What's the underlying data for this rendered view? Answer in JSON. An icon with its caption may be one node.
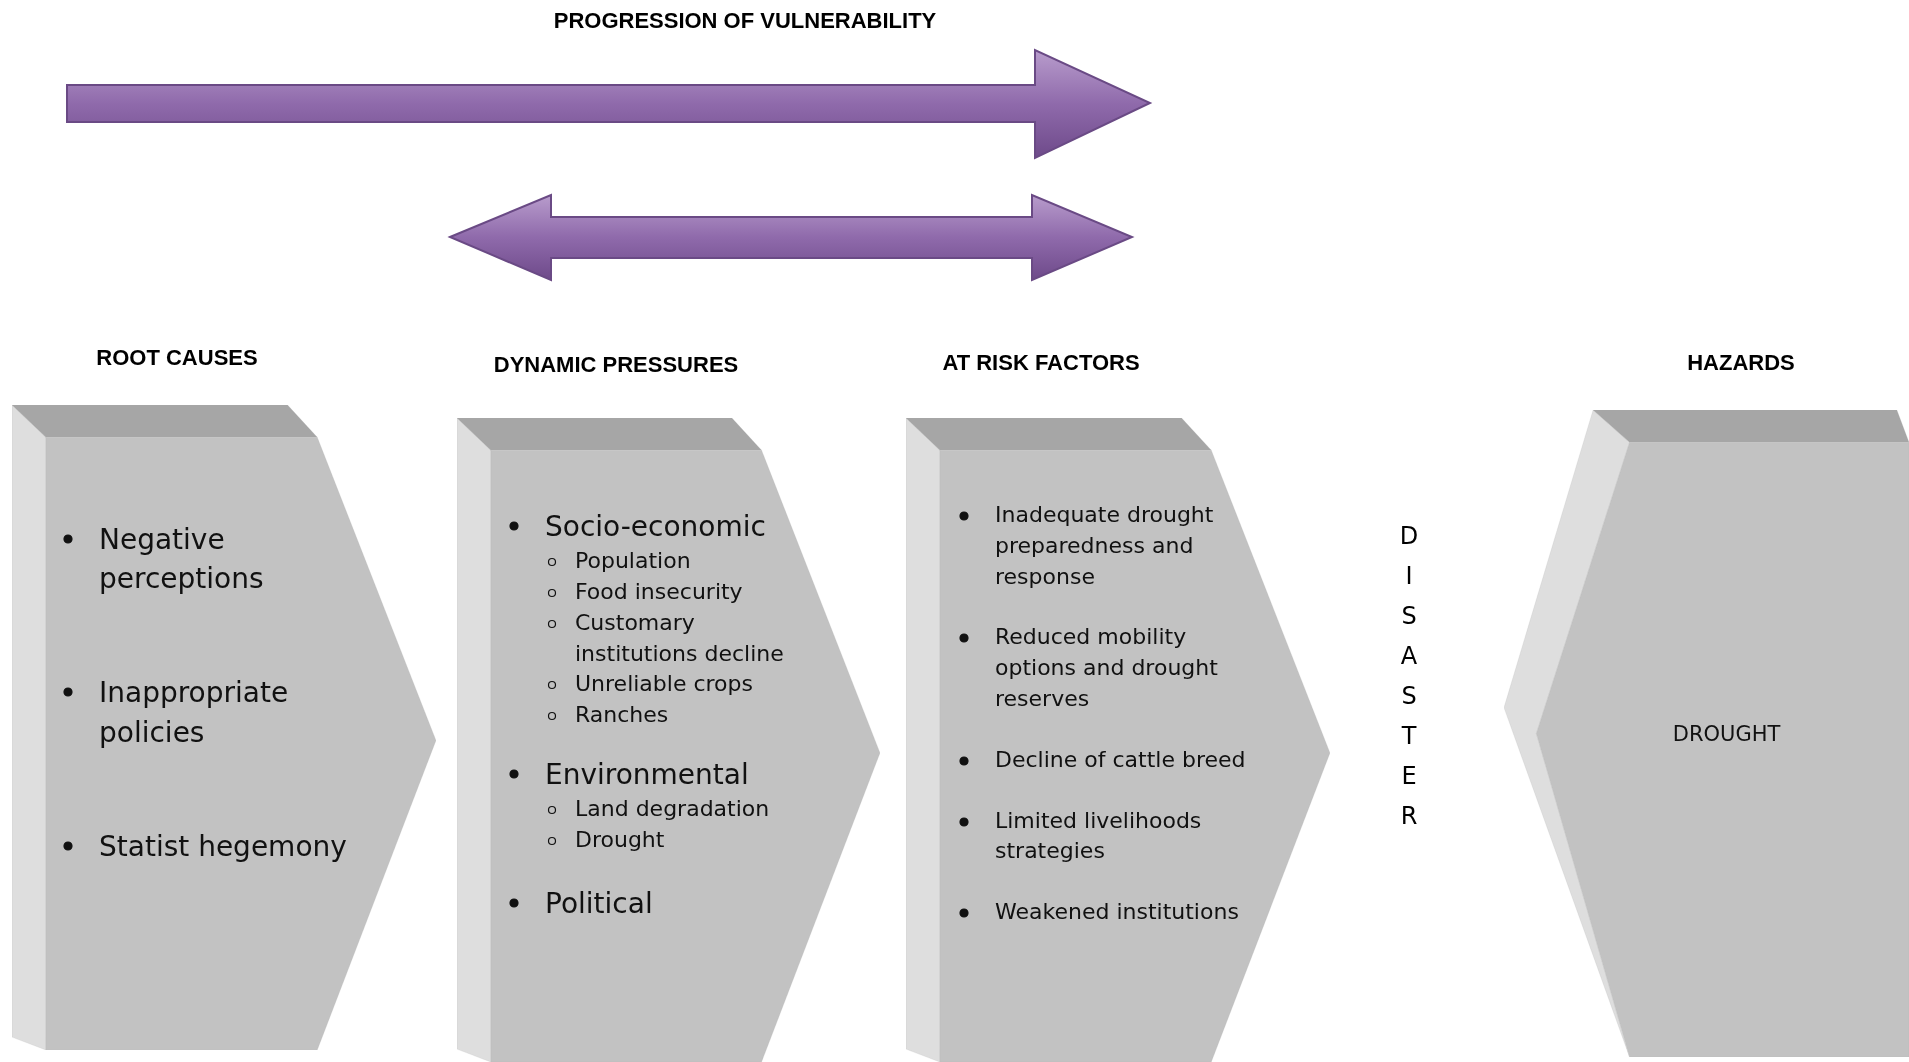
{
  "diagram": {
    "title": "PROGRESSION OF VULNERABILITY",
    "nodes": [
      {
        "text": [
          "ROOT CAUSES",
          "Negative perceptions",
          "Inappropriate policies",
          "Statist hegemony"
        ]
      },
      {
        "text": [
          "DYNAMIC PRESSURES",
          "Socio-economic",
          "Population",
          "Food insecurity",
          "Customary institutions decline",
          "Unreliable crops",
          "Ranches",
          "Environmental",
          "Land degradation",
          "Drought",
          "Political"
        ]
      },
      {
        "text": [
          "AT RISK FACTORS",
          "Inadequate drought preparedness and response",
          "Reduced mobility options and drought reserves",
          "Decline of cattle breed",
          "Limited livelihoods strategies",
          "Weakened institutions"
        ]
      },
      {
        "text": [
          "HAZARDS",
          "DROUGHT"
        ]
      }
    ],
    "edges": [],
    "labels": [
      "DISASTER"
    ]
  }
}
